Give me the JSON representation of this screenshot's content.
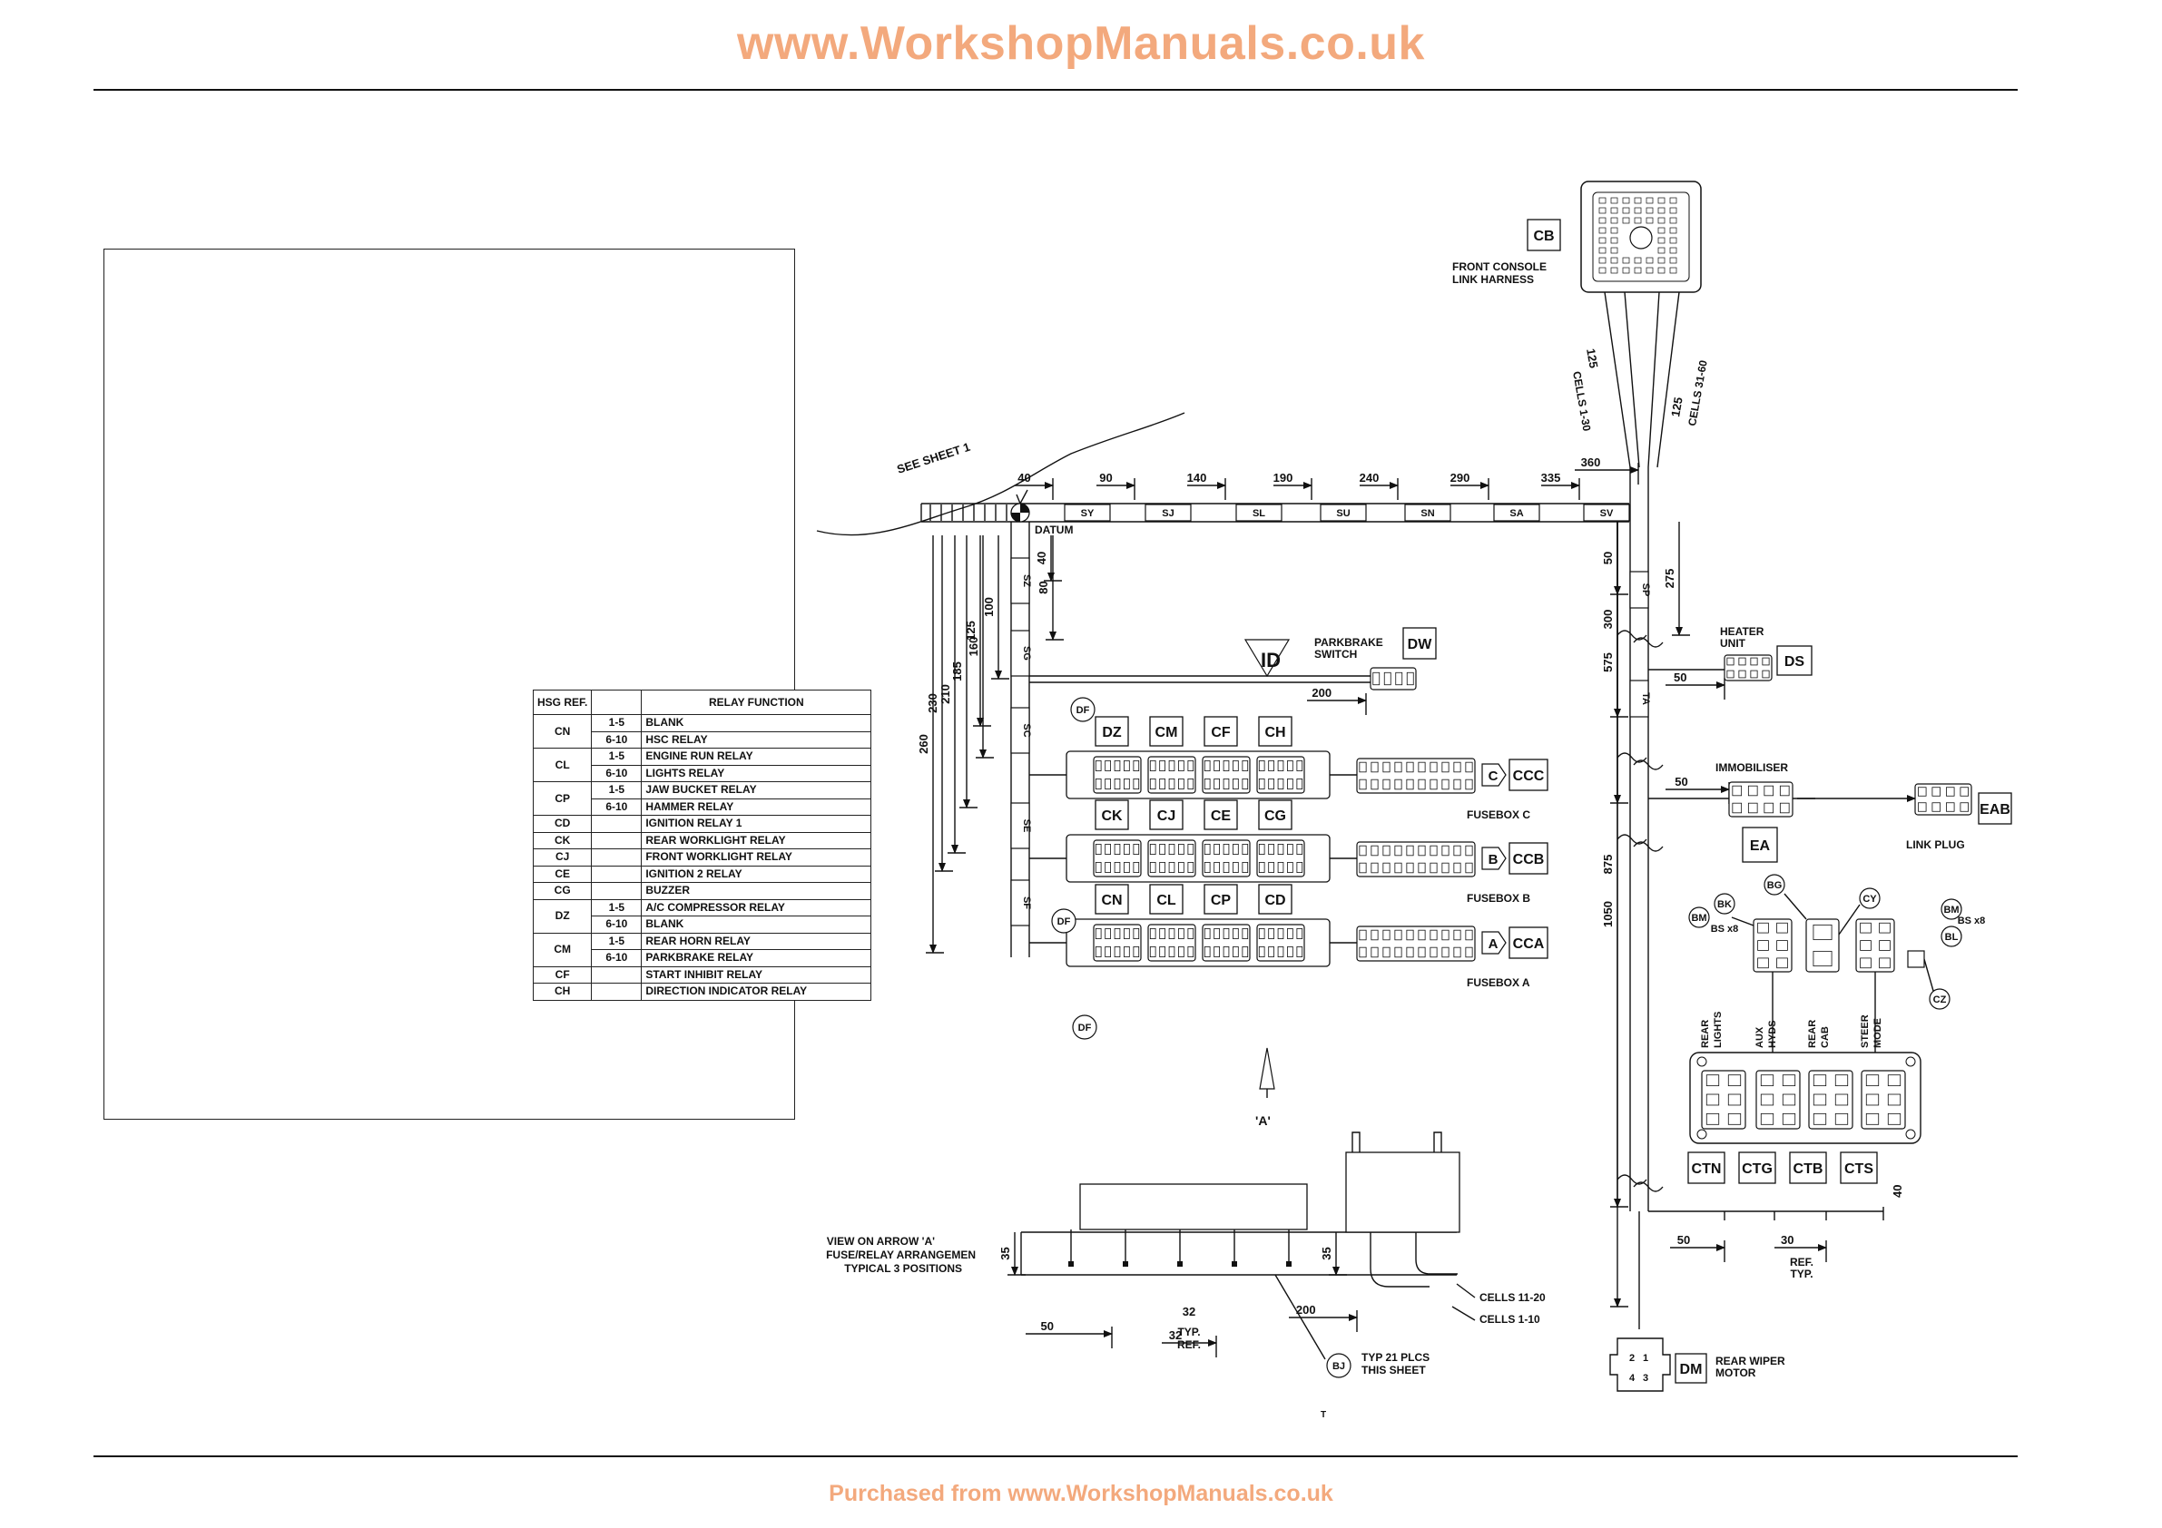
{
  "header": {
    "url": "www.WorkshopManuals.co.uk"
  },
  "footer": {
    "purchased": "Purchased from www.WorkshopManuals.co.uk"
  },
  "relay_table": {
    "col_ref": "HSG REF.",
    "col_function": "RELAY FUNCTION",
    "groups": [
      {
        "ref": "CN",
        "rows": [
          {
            "cells": "1-5",
            "function": "BLANK"
          },
          {
            "cells": "6-10",
            "function": "HSC RELAY"
          }
        ]
      },
      {
        "ref": "CL",
        "rows": [
          {
            "cells": "1-5",
            "function": "ENGINE RUN RELAY"
          },
          {
            "cells": "6-10",
            "function": "LIGHTS RELAY"
          }
        ]
      },
      {
        "ref": "CP",
        "rows": [
          {
            "cells": "1-5",
            "function": "JAW BUCKET RELAY"
          },
          {
            "cells": "6-10",
            "function": "HAMMER RELAY"
          }
        ]
      },
      {
        "ref": "CD",
        "rows": [
          {
            "cells": "",
            "function": "IGNITION RELAY 1"
          }
        ]
      },
      {
        "ref": "CK",
        "rows": [
          {
            "cells": "",
            "function": "REAR WORKLIGHT RELAY"
          }
        ]
      },
      {
        "ref": "CJ",
        "rows": [
          {
            "cells": "",
            "function": "FRONT WORKLIGHT RELAY"
          }
        ]
      },
      {
        "ref": "CE",
        "rows": [
          {
            "cells": "",
            "function": "IGNITION 2 RELAY"
          }
        ]
      },
      {
        "ref": "CG",
        "rows": [
          {
            "cells": "",
            "function": "BUZZER"
          }
        ]
      },
      {
        "ref": "DZ",
        "rows": [
          {
            "cells": "1-5",
            "function": "A/C COMPRESSOR RELAY"
          },
          {
            "cells": "6-10",
            "function": "BLANK"
          }
        ]
      },
      {
        "ref": "CM",
        "rows": [
          {
            "cells": "1-5",
            "function": "REAR HORN RELAY"
          },
          {
            "cells": "6-10",
            "function": "PARKBRAKE RELAY"
          }
        ]
      },
      {
        "ref": "CF",
        "rows": [
          {
            "cells": "",
            "function": "START INHIBIT RELAY"
          }
        ]
      },
      {
        "ref": "CH",
        "rows": [
          {
            "cells": "",
            "function": "DIRECTION INDICATOR RELAY"
          }
        ]
      }
    ]
  },
  "diagram": {
    "labels": {
      "front_console": "FRONT CONSOLE",
      "link_harness": "LINK HARNESS",
      "see_sheet": "SEE SHEET 1",
      "datum": "DATUM",
      "parkbrake_1": "PARKBRAKE",
      "parkbrake_2": "SWITCH",
      "heater_1": "HEATER",
      "heater_2": "UNIT",
      "immobiliser": "IMMOBILISER",
      "link_plug": "LINK PLUG",
      "fusebox_c": "FUSEBOX C",
      "fusebox_b": "FUSEBOX B",
      "fusebox_a": "FUSEBOX A",
      "view_1": "VIEW ON ARROW 'A'",
      "view_2": "FUSE/RELAY ARRANGEMEN",
      "view_3": "TYPICAL 3 POSITIONS",
      "arrow_a": "'A'",
      "cells_11_20": "CELLS 11-20",
      "cells_1_10": "CELLS 1-10",
      "typ21_1": "TYP 21 PLCS",
      "typ21_2": "THIS SHEET",
      "rear_wiper_1": "REAR WIPER",
      "rear_wiper_2": "MOTOR",
      "cells_1_30": "CELLS 1-30",
      "cells_31_60": "CELLS 31-60",
      "rear_lights_1": "REAR",
      "rear_lights_2": "LIGHTS",
      "aux_hyds_1": "AUX",
      "aux_hyds_2": "HYDS",
      "rear_cab_1": "REAR",
      "rear_cab_2": "CAB",
      "steer_mode_1": "STEER",
      "steer_mode_2": "MODE",
      "typ": "TYP.",
      "ref": "REF.",
      "bs_x8": "BS x8",
      "id_mark": "ID",
      "t_mark": "T"
    },
    "boxed_codes": {
      "cb": "CB",
      "dw": "DW",
      "ds": "DS",
      "ea": "EA",
      "eab": "EAB",
      "dm": "DM",
      "ccc": "CCC",
      "ccb": "CCB",
      "cca": "CCA",
      "ctn": "CTN",
      "ctg": "CTG",
      "ctb": "CTB",
      "cts": "CTS",
      "dz": "DZ",
      "cm": "CM",
      "cf": "CF",
      "ch": "CH",
      "ck": "CK",
      "cj": "CJ",
      "ce": "CE",
      "cg": "CG",
      "cn": "CN",
      "cl": "CL",
      "cp": "CP",
      "cd": "CD"
    },
    "circle_codes": {
      "df": "DF",
      "bj": "BJ",
      "bk": "BK",
      "bm": "BM",
      "bg": "BG",
      "cy": "CY",
      "bl": "BL",
      "cz": "CZ"
    },
    "hex_codes": {
      "c": "C",
      "b": "B",
      "a": "A"
    },
    "pin_labels": {
      "p2": "2",
      "p1": "1",
      "p4": "4",
      "p3": "3"
    },
    "sleeve_codes": {
      "sy": "SY",
      "sj": "SJ",
      "sl": "SL",
      "su": "SU",
      "sn": "SN",
      "sa": "SA",
      "sv": "SV",
      "sz": "SZ",
      "sg": "SG",
      "sc": "SC",
      "se": "SE",
      "sf": "SF",
      "sp": "SP",
      "ta": "TA"
    },
    "dims": {
      "d40a": "40",
      "d90": "90",
      "d140": "140",
      "d190": "190",
      "d240": "240",
      "d290": "290",
      "d335": "335",
      "d360": "360",
      "d40v": "40",
      "d80": "80",
      "d100": "100",
      "d125v": "125",
      "d160": "160",
      "d185": "185",
      "d210": "210",
      "d230": "230",
      "d260": "260",
      "d200a": "200",
      "d50a": "50",
      "d275": "275",
      "d300": "300",
      "d50b": "50",
      "d575": "575",
      "d50c": "50",
      "d125a": "125",
      "d125b": "125",
      "d875": "875",
      "d1050": "1050",
      "d50d": "50",
      "d30": "30",
      "d40b": "40",
      "d35a": "35",
      "d35b": "35",
      "d50e": "50",
      "d32": "32",
      "d200b": "200"
    }
  }
}
